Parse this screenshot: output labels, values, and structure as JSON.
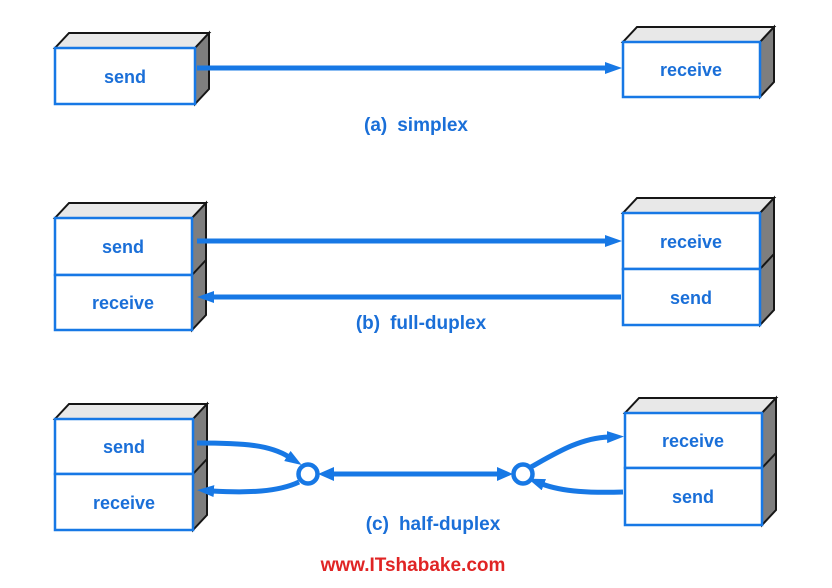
{
  "title": "duplex transmission modes diagram",
  "colors": {
    "line_blue": "#1778e5",
    "text_blue": "#1a6fd8",
    "box_top_gray": "#e8e8e8",
    "box_side_gray": "#7e7e7e",
    "box_outline": "#161616",
    "watermark_red": "#e02424",
    "background": "#ffffff"
  },
  "sections": [
    {
      "caption_prefix": "(a)",
      "caption_text": "simplex",
      "left_labels": [
        "send"
      ],
      "right_labels": [
        "receive"
      ]
    },
    {
      "caption_prefix": "(b)",
      "caption_text": "full-duplex",
      "left_labels": [
        "send",
        "receive"
      ],
      "right_labels": [
        "receive",
        "send"
      ]
    },
    {
      "caption_prefix": "(c)",
      "caption_text": "half-duplex",
      "left_labels": [
        "send",
        "receive"
      ],
      "right_labels": [
        "receive",
        "send"
      ]
    }
  ],
  "watermark": "www.ITshabake.com"
}
